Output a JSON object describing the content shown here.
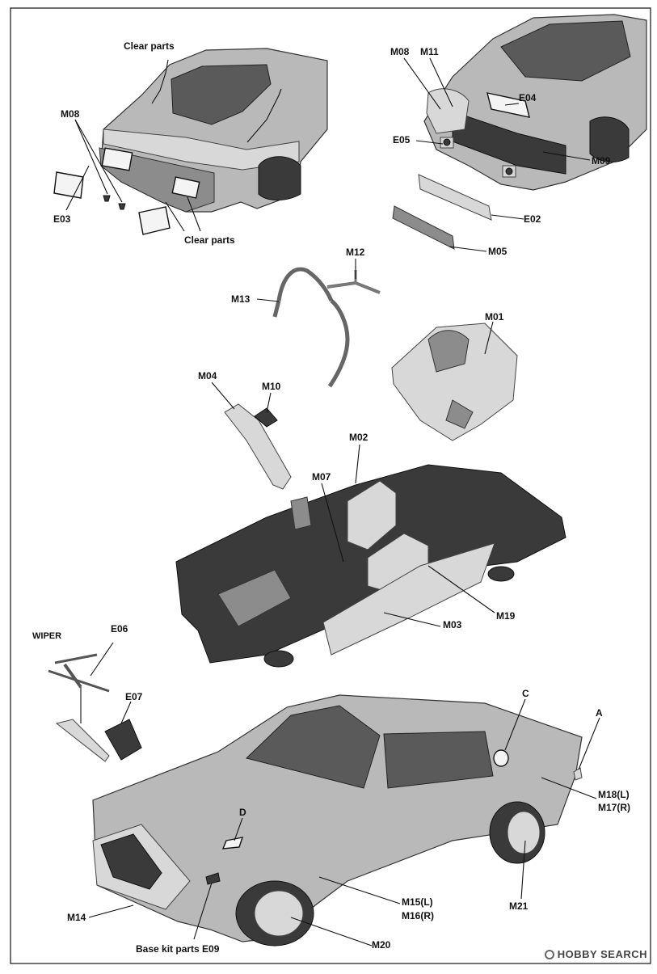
{
  "labels": {
    "clear_parts_top": "Clear parts",
    "clear_parts_bottom": "Clear parts",
    "m08_rear": "M08",
    "e03": "E03",
    "m08_front": "M08",
    "m11": "M11",
    "e04": "E04",
    "e05": "E05",
    "m09": "M09",
    "e02": "E02",
    "m05": "M05",
    "m12": "M12",
    "m13": "M13",
    "m01": "M01",
    "m04": "M04",
    "m10": "M10",
    "m02": "M02",
    "m07": "M07",
    "m19": "M19",
    "m03": "M03",
    "wiper": "WIPER",
    "e06": "E06",
    "e07": "E07",
    "c": "C",
    "a": "A",
    "d": "D",
    "m18": "M18(L)",
    "m17": "M17(R)",
    "m21": "M21",
    "m15": "M15(L)",
    "m16": "M16(R)",
    "m14": "M14",
    "base_kit": "Base kit parts E09",
    "m20": "M20"
  },
  "watermark": "HOBBY SEARCH"
}
